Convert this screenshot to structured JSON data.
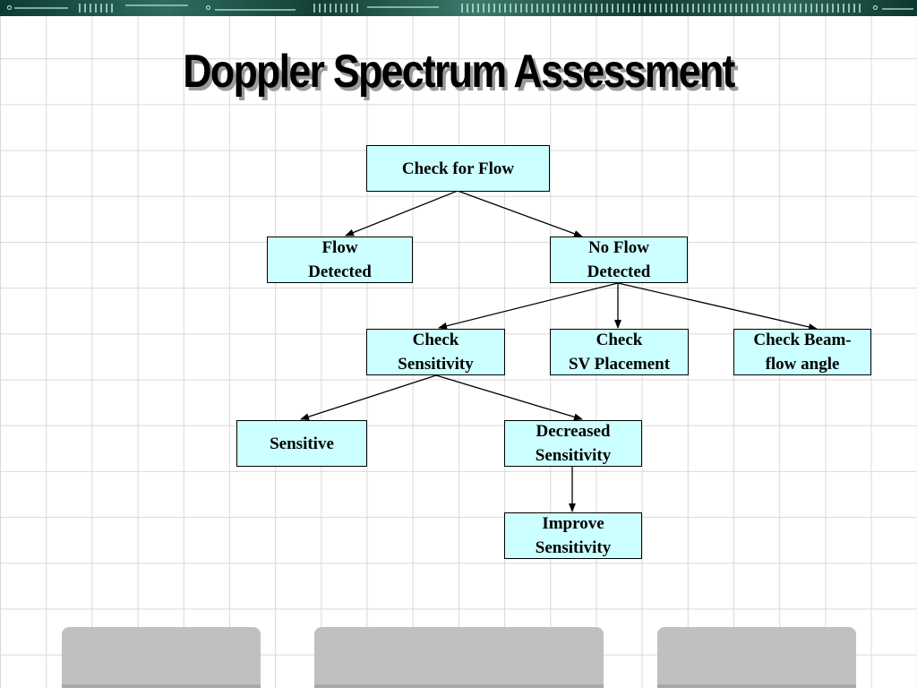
{
  "slide": {
    "title": "Doppler Spectrum Assessment"
  },
  "diagram": {
    "nodes": {
      "check_for_flow": "Check for Flow",
      "flow_detected": "Flow\nDetected",
      "no_flow_detected": "No Flow\nDetected",
      "check_sensitivity": "Check\nSensitivity",
      "check_sv_placement": "Check\nSV Placement",
      "check_beam_flow_angle": "Check Beam-\nflow angle",
      "sensitive": "Sensitive",
      "decreased_sensitivity": "Decreased\nSensitivity",
      "improve_sensitivity": "Improve\nSensitivity"
    },
    "edges": [
      {
        "from": "check_for_flow",
        "to": "flow_detected"
      },
      {
        "from": "check_for_flow",
        "to": "no_flow_detected"
      },
      {
        "from": "no_flow_detected",
        "to": "check_sensitivity"
      },
      {
        "from": "no_flow_detected",
        "to": "check_sv_placement"
      },
      {
        "from": "no_flow_detected",
        "to": "check_beam_flow_angle"
      },
      {
        "from": "check_sensitivity",
        "to": "sensitive"
      },
      {
        "from": "check_sensitivity",
        "to": "decreased_sensitivity"
      },
      {
        "from": "decreased_sensitivity",
        "to": "improve_sensitivity"
      }
    ],
    "box_fill": "#ccffff",
    "line_color": "#000000"
  },
  "colors": {
    "grid": "#d9d9d9",
    "title_shadow": "#9a9a9a",
    "footer_buttons": "#c0c0c0"
  }
}
